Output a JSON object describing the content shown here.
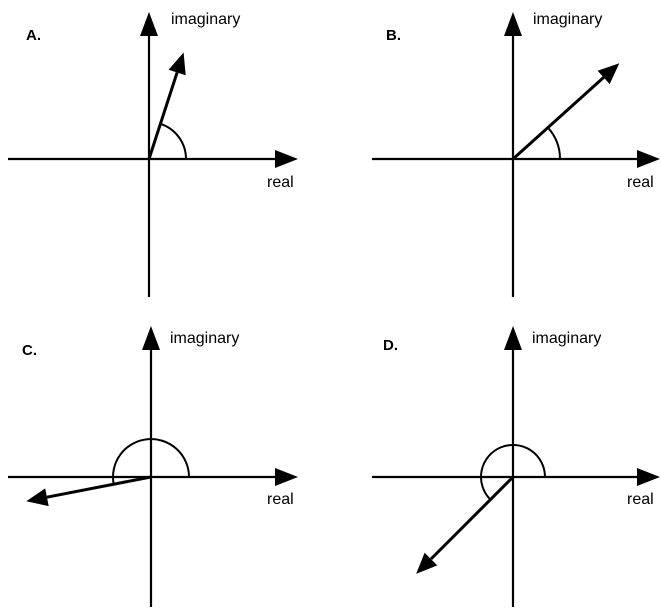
{
  "panels": [
    {
      "id": "A",
      "label": "A.",
      "x_axis_label": "real",
      "y_axis_label": "imaginary",
      "vector_angle_deg": 72,
      "arc_angle_deg": 72
    },
    {
      "id": "B",
      "label": "B.",
      "x_axis_label": "real",
      "y_axis_label": "imaginary",
      "vector_angle_deg": 42,
      "arc_angle_deg": 42
    },
    {
      "id": "C",
      "label": "C.",
      "x_axis_label": "real",
      "y_axis_label": "imaginary",
      "vector_angle_deg": 191,
      "arc_angle_deg": 191
    },
    {
      "id": "D",
      "label": "D.",
      "x_axis_label": "real",
      "y_axis_label": "imaginary",
      "vector_angle_deg": 225,
      "arc_angle_deg": 225
    }
  ]
}
